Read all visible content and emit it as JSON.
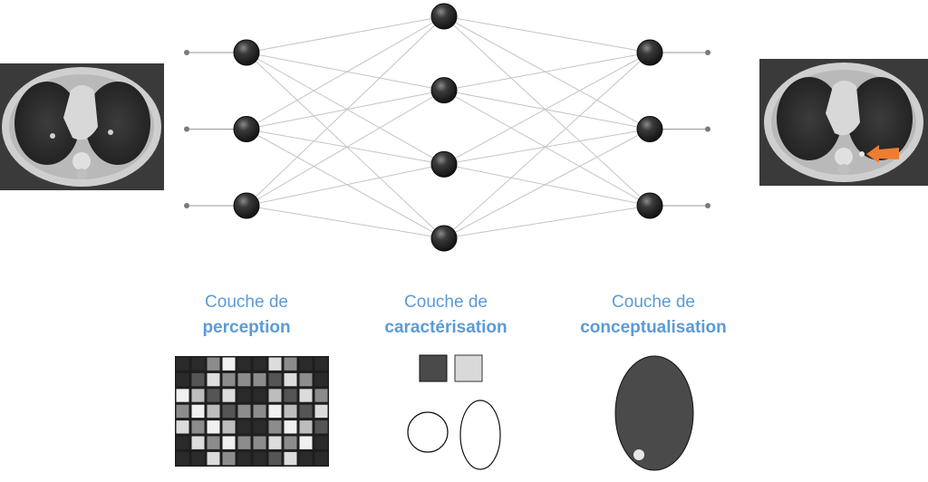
{
  "layers": [
    {
      "id": "perception",
      "line1": "Couche de",
      "line2": "perception"
    },
    {
      "id": "caracterisation",
      "line1": "Couche de",
      "line2": "caractérisation"
    },
    {
      "id": "conceptualisation",
      "line1": "Couche de",
      "line2": "conceptualisation"
    }
  ],
  "network": {
    "input_nodes": 3,
    "hidden_nodes": 4,
    "output_nodes": 3
  },
  "colors": {
    "label": "#5b9bd5",
    "node": "#2b2b2b",
    "edge": "#c4c4c4",
    "arrow": "#ed7d31",
    "dark_shape": "#4a4a4a",
    "light_shape": "#d9d9d9"
  },
  "icons": [
    "ct-scan-input-image",
    "ct-scan-output-image",
    "orange-arrow-icon",
    "grid-perception-icon",
    "shape-features-icon",
    "concept-ellipse-icon"
  ]
}
